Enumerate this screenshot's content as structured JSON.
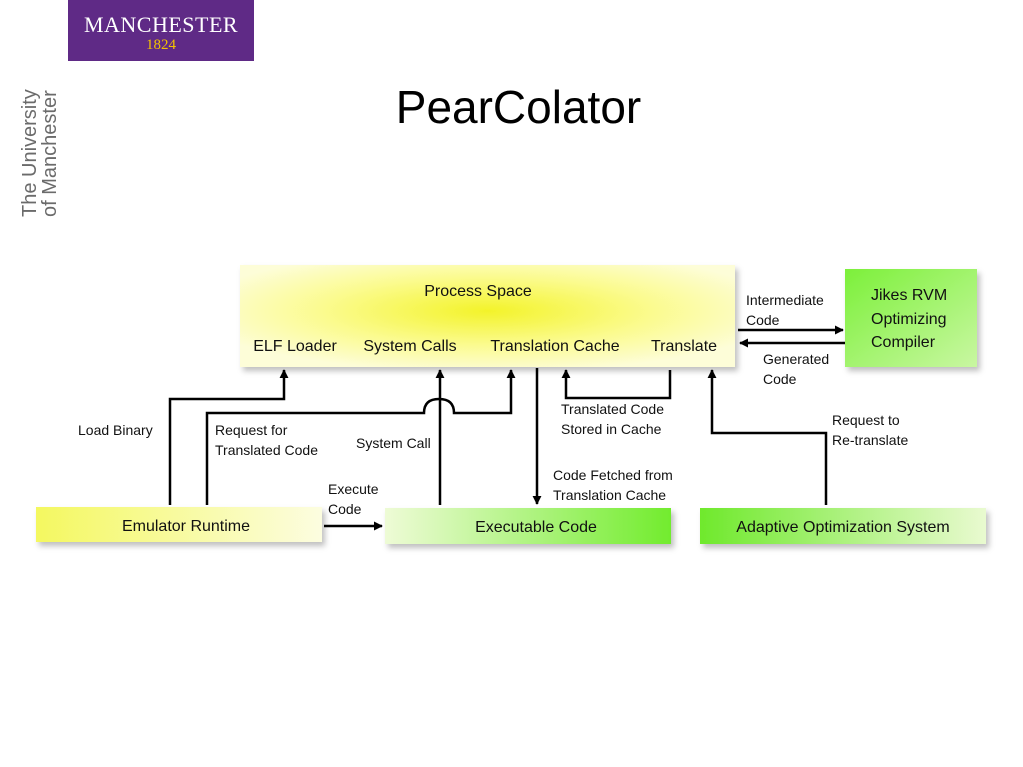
{
  "logo": {
    "word": "MANCHESTER",
    "year": "1824"
  },
  "university": {
    "line1": "The University",
    "line2": "of Manchester"
  },
  "title": "PearColator",
  "diagram": {
    "process_space": {
      "title": "Process Space",
      "items": [
        "ELF Loader",
        "System Calls",
        "Translation Cache",
        "Translate"
      ]
    },
    "jikes": [
      "Jikes RVM",
      "Optimizing",
      "Compiler"
    ],
    "emulator": "Emulator Runtime",
    "executable": "Executable Code",
    "adaptive": "Adaptive Optimization System",
    "labels": {
      "intermediate": [
        "Intermediate",
        "Code"
      ],
      "generated": [
        "Generated",
        "Code"
      ],
      "load_binary": "Load Binary",
      "request_translated": [
        "Request for",
        "Translated Code"
      ],
      "system_call": "System Call",
      "translated_stored": [
        "Translated Code",
        "Stored in Cache"
      ],
      "code_fetched": [
        "Code Fetched from",
        "Translation Cache"
      ],
      "request_retranslate": [
        "Request to",
        "Re-translate"
      ],
      "execute": [
        "Execute",
        "Code"
      ]
    },
    "colors": {
      "process_center": "#f5f53a",
      "process_edge": "#fdfdd0",
      "green": "#7ff03b",
      "green_light": "#e7f9c8",
      "yellow_light": "#f9fbb0",
      "arrow": "#000000"
    }
  }
}
